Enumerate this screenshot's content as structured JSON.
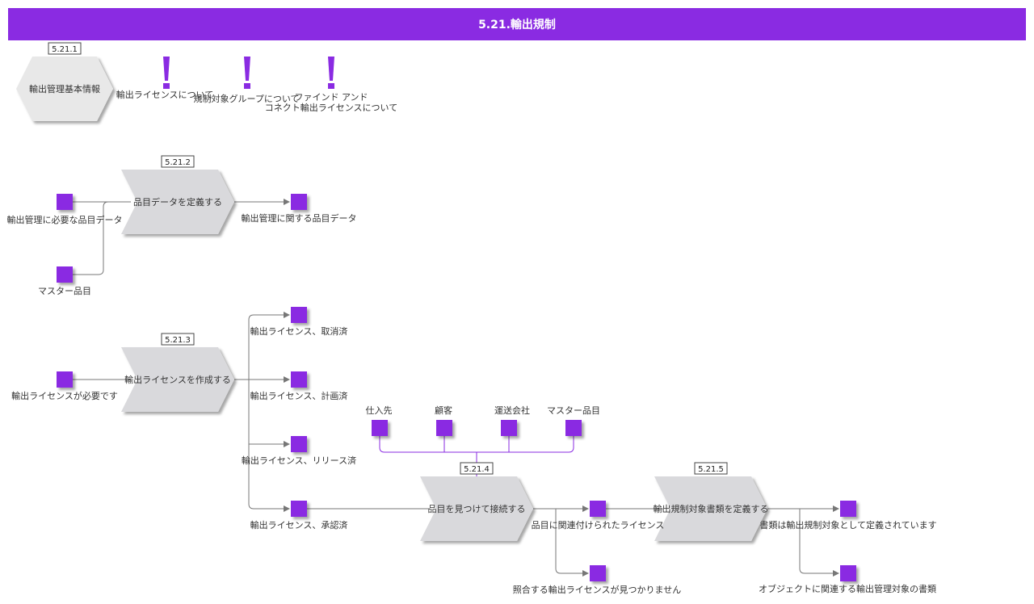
{
  "header": {
    "title": "5.21.輸出規制"
  },
  "colors": {
    "accent": "#8a2be2",
    "process_fill": "#d9d9dc",
    "hexagon_fill": "#e8e8e8",
    "connector": "#777777"
  },
  "overview": {
    "id": "5.21.1",
    "label": "輸出管理基本情報",
    "topics": [
      {
        "label": "輸出ライセンスについて"
      },
      {
        "label": "規制対象グループについて"
      },
      {
        "label": "ファインド アンド コネクト輸出ライセンスについて",
        "line1": "ファインド アンド",
        "line2": "コネクト輸出ライセンスについて"
      }
    ]
  },
  "processes": {
    "define_item_data": {
      "id": "5.21.2",
      "label": "品目データを定義する"
    },
    "create_license": {
      "id": "5.21.3",
      "label": "輸出ライセンスを作成する"
    },
    "find_connect": {
      "id": "5.21.4",
      "label": "品目を見つけて接続する"
    },
    "define_docs": {
      "id": "5.21.5",
      "label": "輸出規制対象書類を定義する"
    }
  },
  "objects": {
    "item_data_required": "輸出管理に必要な品目データ",
    "master_item_1": "マスター品目",
    "item_data_out": "輸出管理に関する品目データ",
    "license_needed": "輸出ライセンスが必要です",
    "license_cancelled": "輸出ライセンス、取消済",
    "license_planned": "輸出ライセンス、計画済",
    "license_released": "輸出ライセンス、リリース済",
    "license_approved": "輸出ライセンス、承認済",
    "supplier": "仕入先",
    "customer": "顧客",
    "carrier": "運送会社",
    "master_item_2": "マスター品目",
    "linked_license": "品目に関連付けられたライセンス",
    "no_license": "照合する輸出ライセンスが見つかりません",
    "docs_defined": "書類は輸出規制対象として定義されています",
    "related_docs": "オブジェクトに関連する輸出管理対象の書類"
  }
}
